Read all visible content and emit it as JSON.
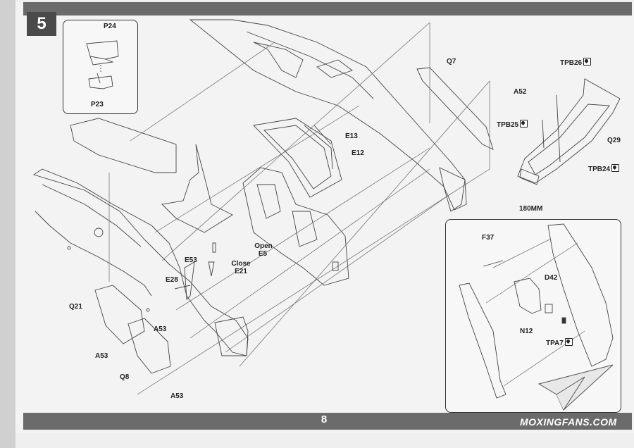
{
  "step": "5",
  "page_number": "8",
  "watermark": "MOXINGFANS.COM",
  "inset_top_left": {
    "parts": [
      "P24",
      "P23"
    ]
  },
  "main_labels": {
    "E13": "E13",
    "E12": "E12",
    "Q7": "Q7",
    "open": "Open",
    "E5": "E5",
    "close": "Close",
    "E21": "E21",
    "E53": "E53",
    "E28": "E28",
    "Q21": "Q21",
    "A53_1": "A53",
    "A53_2": "A53",
    "A53_3": "A53",
    "Q8": "Q8"
  },
  "inset_right_top": {
    "TPB26": "TPB26",
    "A52": "A52",
    "TPB25": "TPB25",
    "Q29": "Q29",
    "TPB24": "TPB24",
    "size": "180MM"
  },
  "inset_right_bottom": {
    "F37": "F37",
    "D42": "D42",
    "N12": "N12",
    "TPA7": "TPA7"
  },
  "icons": [
    "photo-etch-icon",
    "paper-plane-logo-icon"
  ]
}
